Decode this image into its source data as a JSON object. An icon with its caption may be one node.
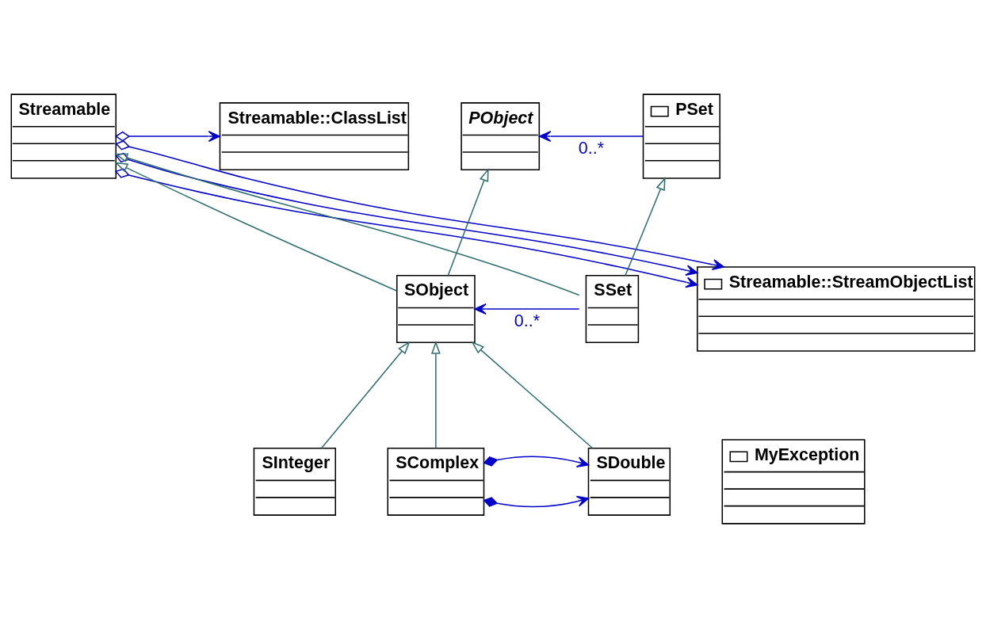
{
  "diagram": {
    "nodes": [
      {
        "text": [
          "PObject"
        ]
      },
      {
        "text": [
          "PSet"
        ]
      },
      {
        "text": [
          "Streamable"
        ]
      },
      {
        "text": [
          "Streamable::ClassList"
        ]
      },
      {
        "text": [
          "SObject"
        ]
      },
      {
        "text": [
          "SSet"
        ]
      },
      {
        "text": [
          "Streamable::StreamObjectList"
        ]
      },
      {
        "text": [
          "MyException"
        ]
      },
      {
        "text": [
          "SInteger"
        ]
      },
      {
        "text": [
          "SComplex"
        ]
      },
      {
        "text": [
          "SDouble"
        ]
      }
    ],
    "edges": [
      {
        "from": 1,
        "to": 0,
        "arrow": "to",
        "label": "0..*"
      },
      {
        "from": 2,
        "to": 3,
        "arrow": "to"
      },
      {
        "from": 2,
        "to": 6,
        "arrow": "to"
      },
      {
        "from": 2,
        "to": 6,
        "arrow": "to"
      },
      {
        "from": 2,
        "to": 6,
        "arrow": "to"
      },
      {
        "from": 4,
        "to": 0,
        "arrow": "to",
        "color": "#2f6f6f"
      },
      {
        "from": 4,
        "to": 2,
        "arrow": "to",
        "color": "#2f6f6f"
      },
      {
        "from": 5,
        "to": 1,
        "arrow": "to",
        "color": "#2f6f6f"
      },
      {
        "from": 5,
        "to": 2,
        "arrow": "to",
        "color": "#2f6f6f"
      },
      {
        "from": 5,
        "to": 4,
        "arrow": "to",
        "label": "0..*"
      },
      {
        "from": 8,
        "to": 4,
        "arrow": "to",
        "color": "#2f6f6f"
      },
      {
        "from": 9,
        "to": 4,
        "arrow": "to",
        "color": "#2f6f6f"
      },
      {
        "from": 10,
        "to": 4,
        "arrow": "to",
        "color": "#2f6f6f"
      },
      {
        "from": 9,
        "to": 10,
        "arrow": "to"
      },
      {
        "from": 9,
        "to": 10,
        "arrow": "to"
      }
    ]
  }
}
